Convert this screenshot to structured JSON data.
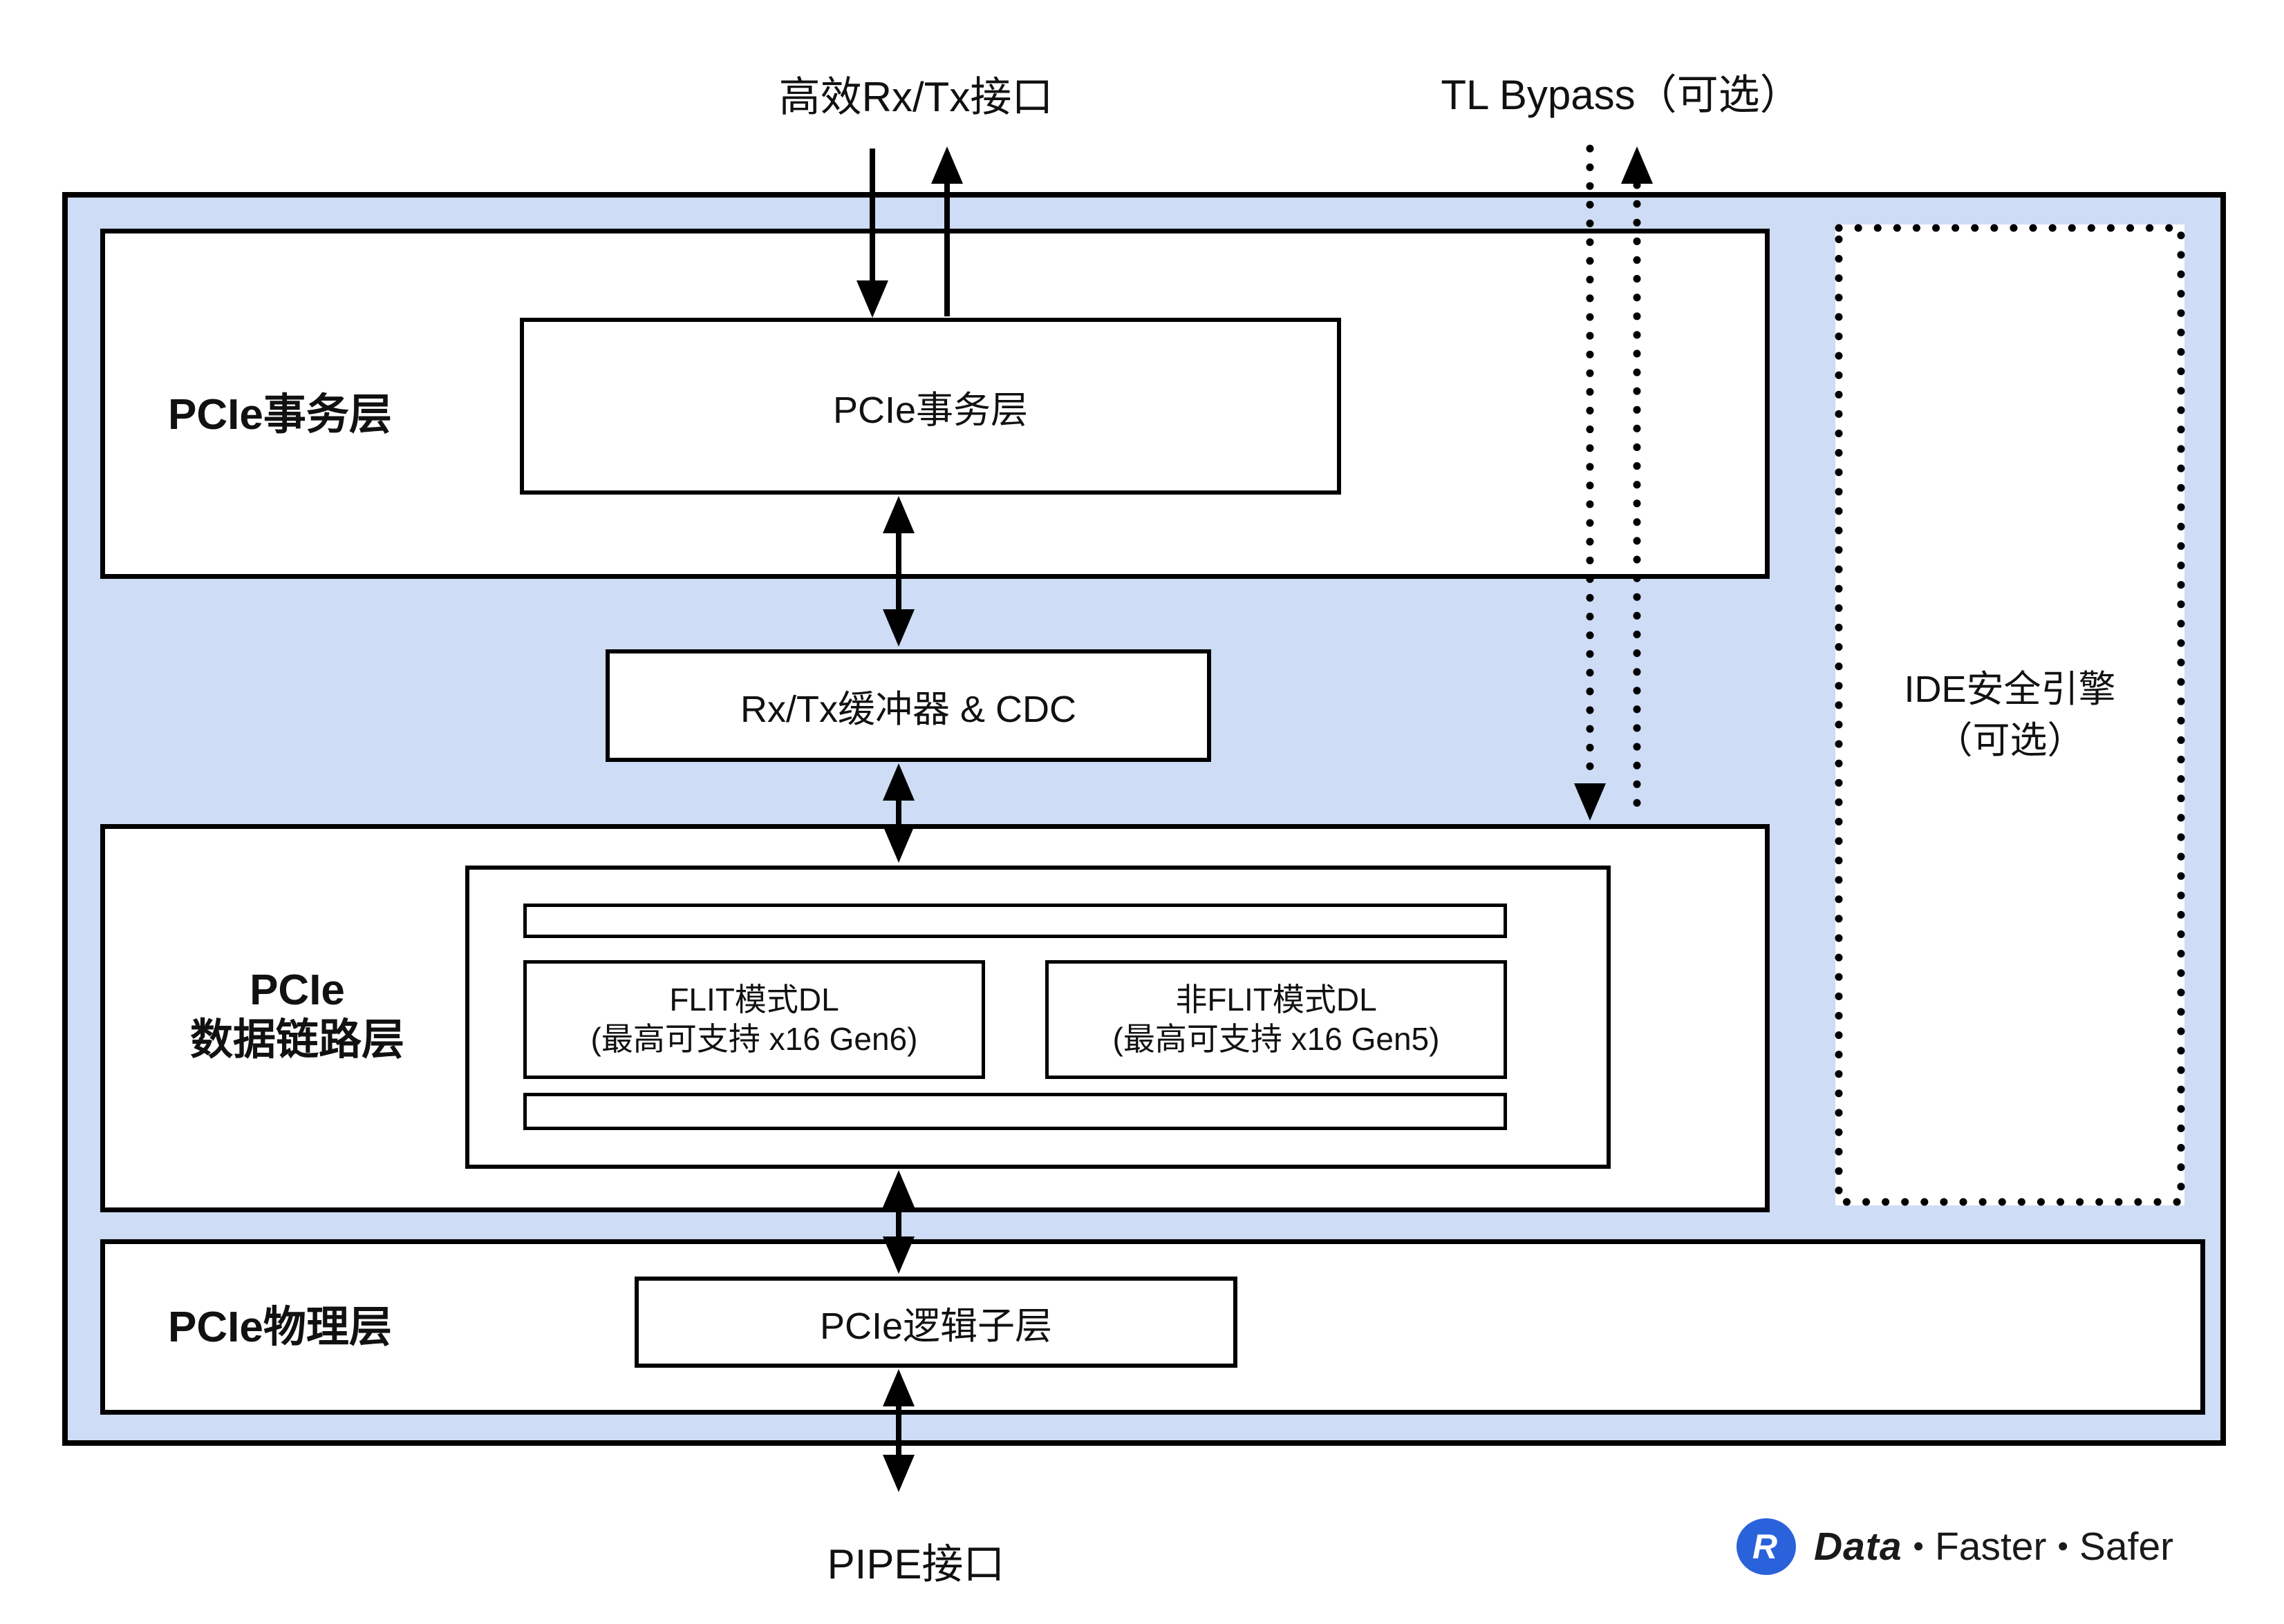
{
  "colors": {
    "container_fill": "#CEDCF5",
    "box_fill": "#FFFFFF",
    "line_color": "#000000",
    "logo_blue": "#2A62DB",
    "text_color": "#111111"
  },
  "top_labels": {
    "rxtx": "高效Rx/Tx接口",
    "tl_bypass": "TL Bypass（可选）"
  },
  "transaction_layer": {
    "section_label": "PCIe事务层",
    "inner_box_label": "PCIe事务层"
  },
  "buffer_box": {
    "label": "Rx/Tx缓冲器 & CDC"
  },
  "data_link_layer": {
    "section_label_line1": "PCIe",
    "section_label_line2": "数据链路层",
    "flit_box": {
      "line1": "FLIT模式DL",
      "line2": "(最高可支持 x16 Gen6)"
    },
    "non_flit_box": {
      "line1": "非FLIT模式DL",
      "line2": "(最高可支持 x16 Gen5)"
    }
  },
  "ide_engine": {
    "line1": "IDE安全引擎",
    "line2": "（可选）"
  },
  "physical_layer": {
    "section_label": "PCIe物理层",
    "inner_box_label": "PCIe逻辑子层"
  },
  "bottom_label": {
    "pipe": "PIPE接口"
  },
  "logo": {
    "icon_letter": "R",
    "word1": "Data",
    "separator": "•",
    "word2": "Faster",
    "word3": "Safer"
  }
}
